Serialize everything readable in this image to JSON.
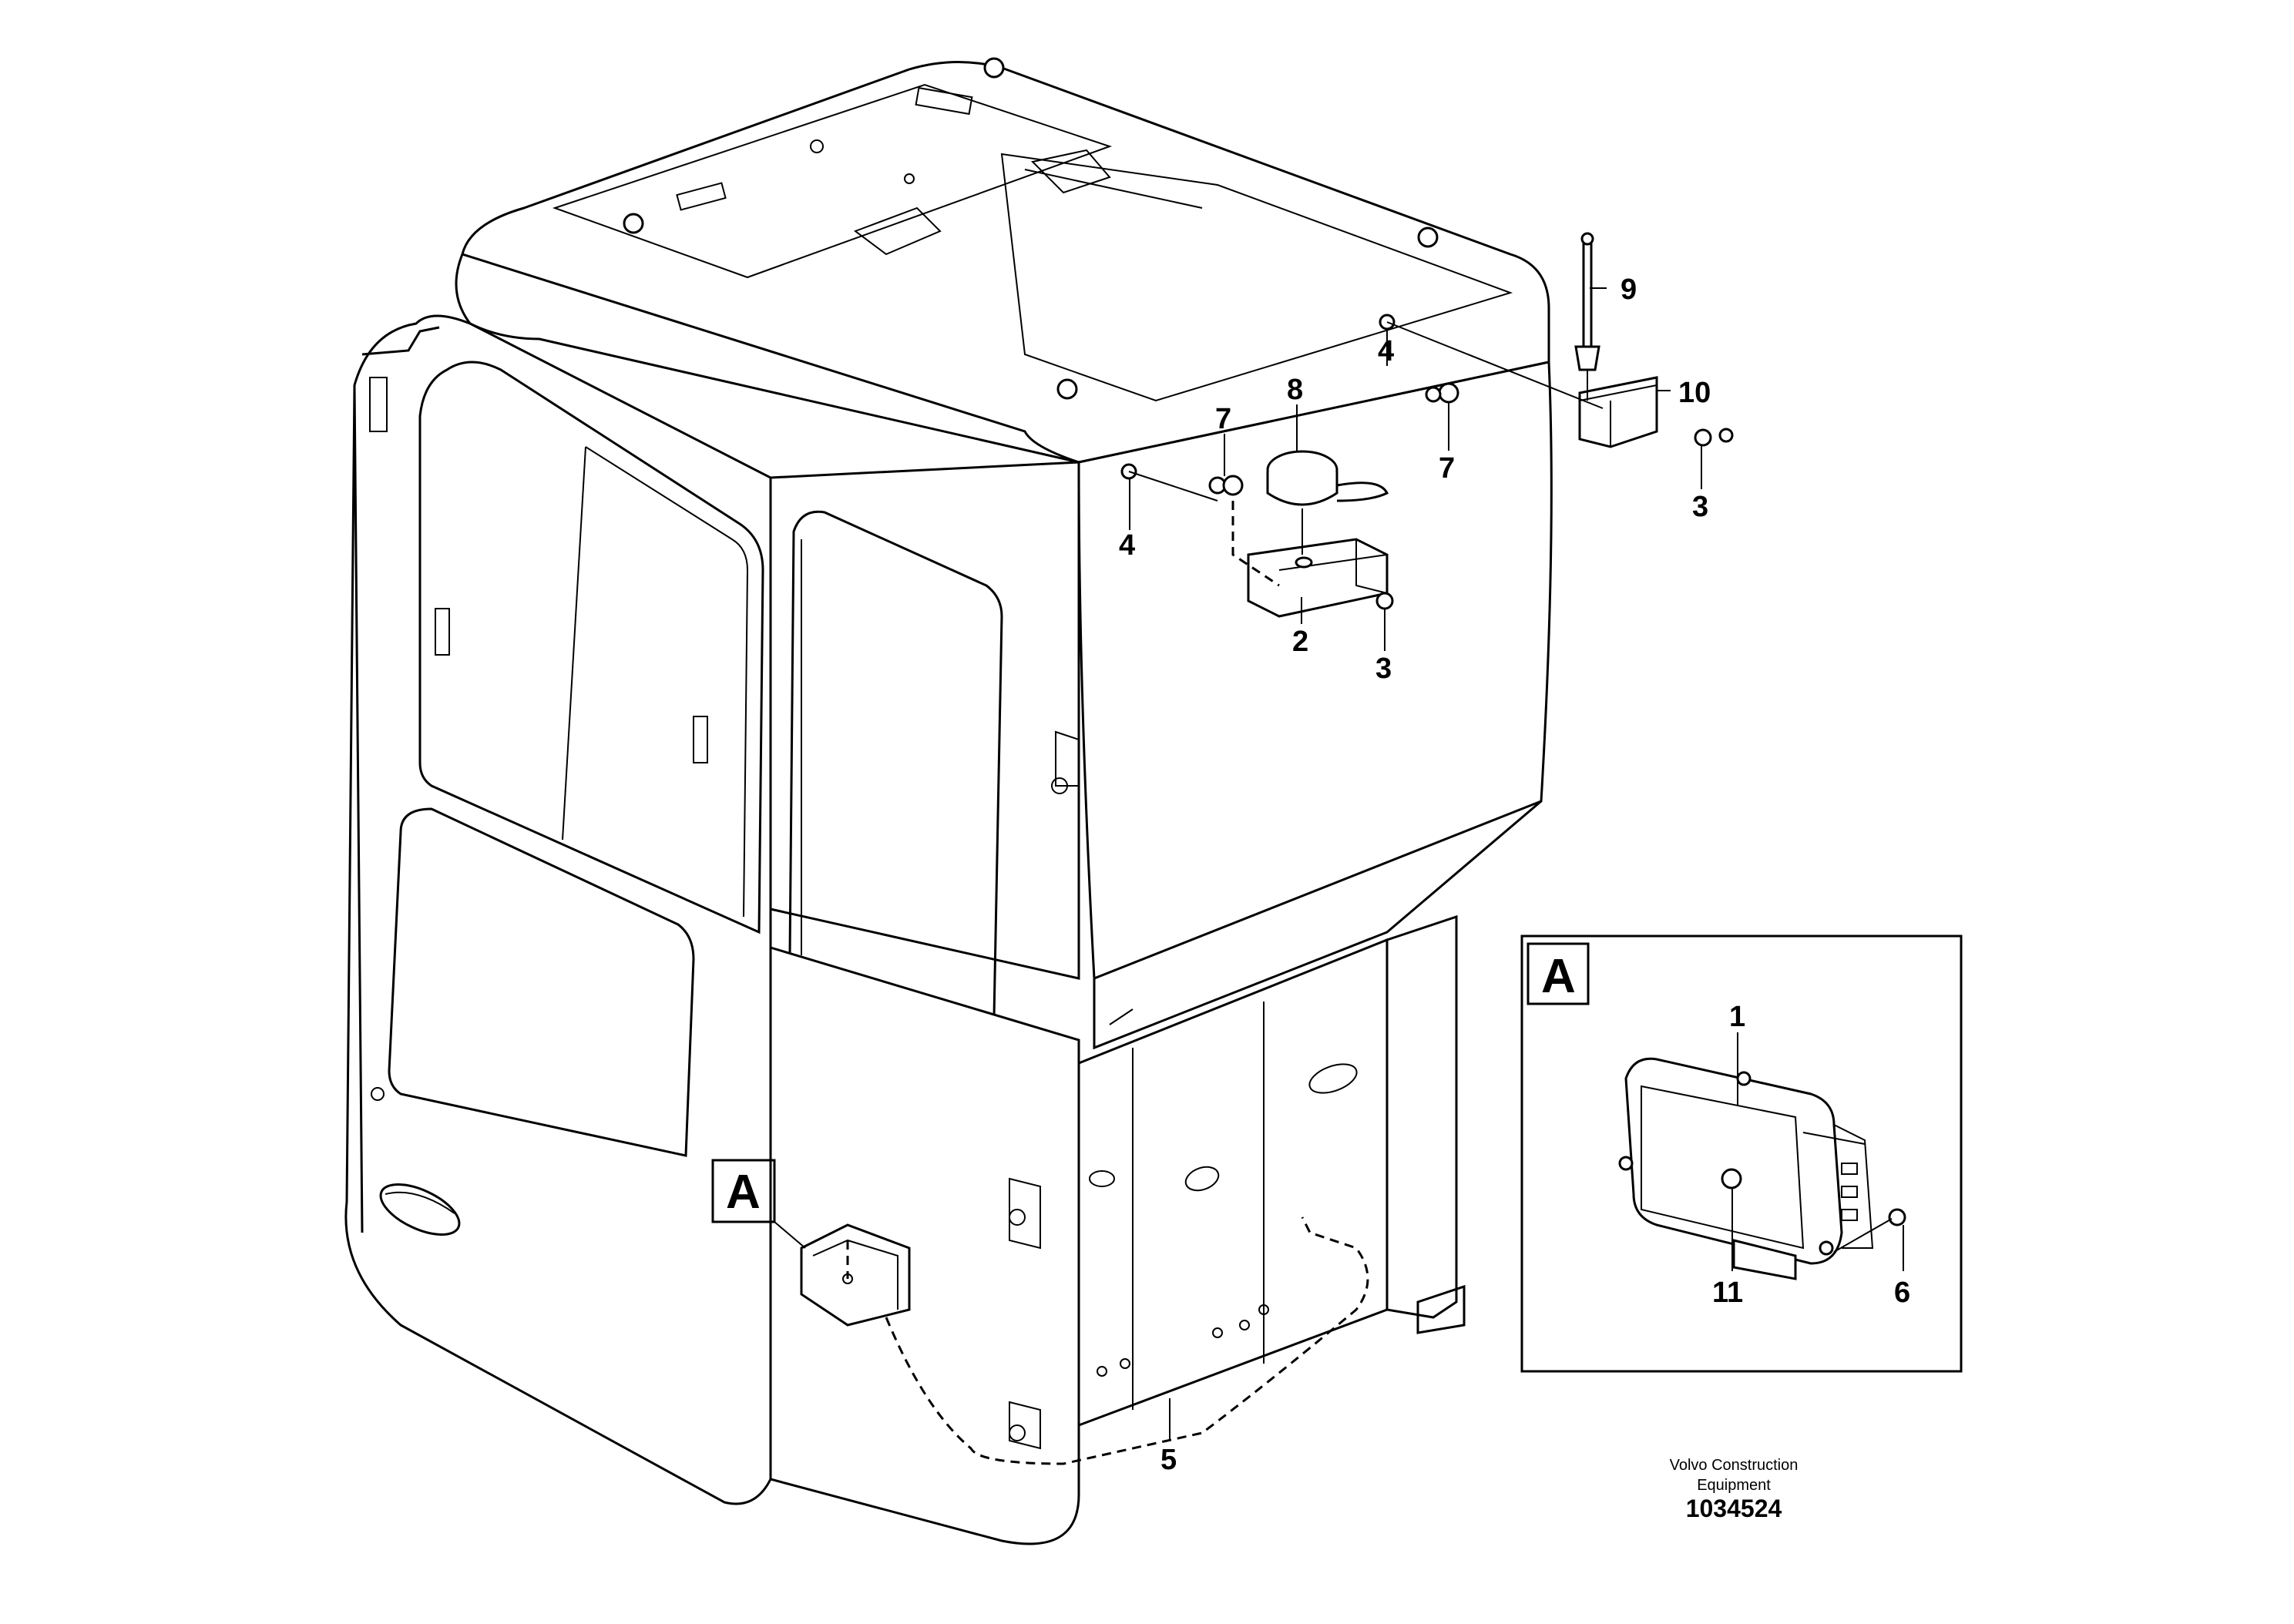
{
  "callouts": {
    "c1": "1",
    "c2": "2",
    "c3a": "3",
    "c3b": "3",
    "c4a": "4",
    "c4b": "4",
    "c5": "5",
    "c6": "6",
    "c7a": "7",
    "c7b": "7",
    "c8": "8",
    "c9": "9",
    "c10": "10",
    "c11": "11"
  },
  "detail_labels": {
    "main": "A",
    "inset": "A"
  },
  "footer": {
    "company_line1": "Volvo Construction",
    "company_line2": "Equipment",
    "doc_number": "1034524"
  }
}
